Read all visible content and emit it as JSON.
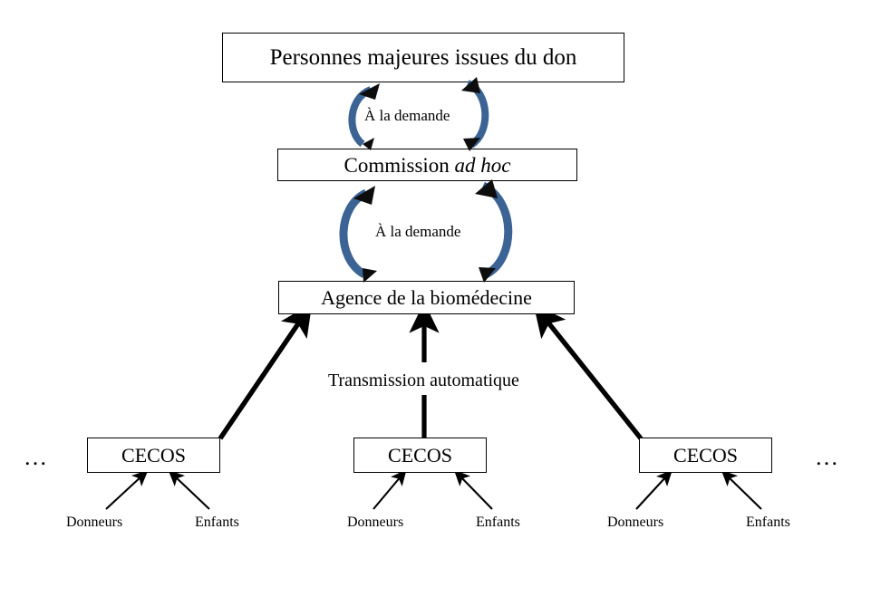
{
  "diagram": {
    "title_text": "",
    "colors": {
      "box_border": "#000000",
      "text": "#000000",
      "background": "#ffffff",
      "cycle_arrow_blue": "#3b6394",
      "cycle_arrowhead_black": "#0d0d0d",
      "thick_arrow": "#000000",
      "thin_arrow": "#000000"
    },
    "nodes": {
      "beneficiaries": {
        "label": "Personnes majeures issues du don"
      },
      "commission": {
        "label_prefix": "Commission ",
        "label_italic": "ad hoc"
      },
      "agency": {
        "label": "Agence de la biomédecine"
      },
      "cecos_left": {
        "label": "CECOS"
      },
      "cecos_center": {
        "label": "CECOS"
      },
      "cecos_right": {
        "label": "CECOS"
      }
    },
    "edge_labels": {
      "cycle_top": "À la demande",
      "cycle_bottom": "À la demande",
      "transmission": "Transmission automatique"
    },
    "ellipsis": {
      "left": "…",
      "right": "…"
    },
    "source_labels": {
      "donneurs_left": "Donneurs",
      "enfants_left": "Enfants",
      "donneurs_center": "Donneurs",
      "enfants_center": "Enfants",
      "donneurs_right": "Donneurs",
      "enfants_right": "Enfants"
    }
  }
}
